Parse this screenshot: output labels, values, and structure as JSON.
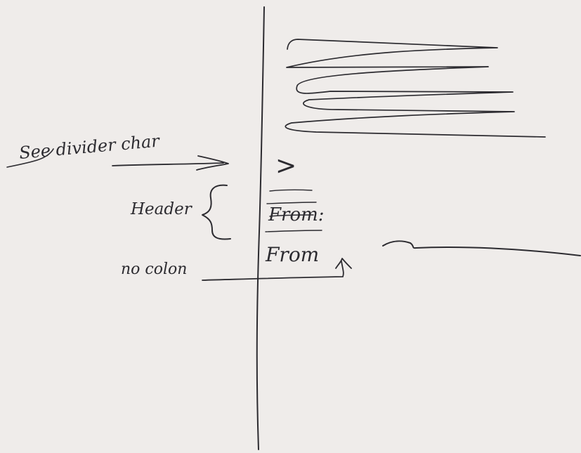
{
  "notes": {
    "divider_label": "See divider char",
    "divider_symbol": ">",
    "header_label": "Header",
    "header_text": "From:",
    "from_text": "From",
    "no_colon_label": "no colon"
  },
  "colors": {
    "paper": "#efecea",
    "ink": "#2c2b30"
  }
}
